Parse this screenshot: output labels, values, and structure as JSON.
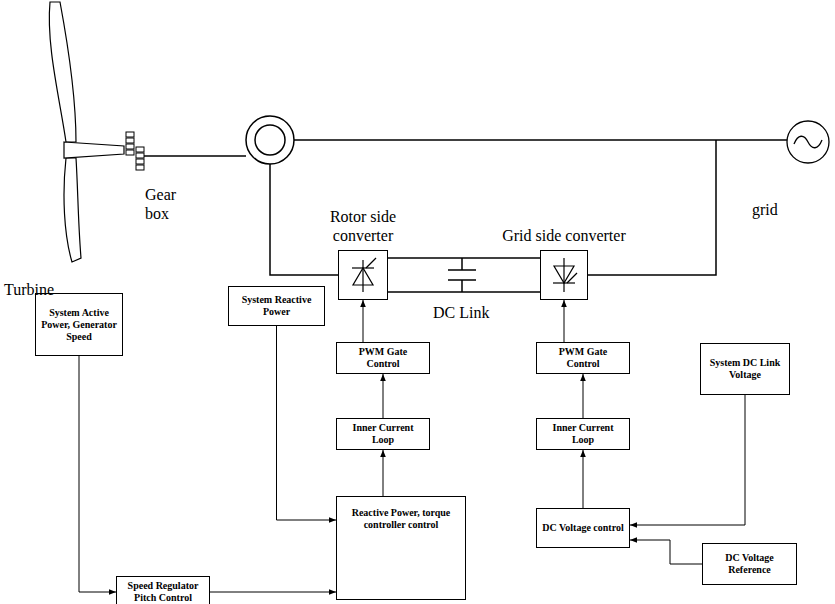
{
  "diagram": {
    "nodes": [
      {
        "text": [
          "Rotor side converter"
        ]
      },
      {
        "text": [
          "Grid side converter"
        ]
      },
      {
        "text": [
          "System Active Power, Generator Speed"
        ]
      },
      {
        "text": [
          "System Reactive Power"
        ]
      },
      {
        "text": [
          "PWM Gate Control"
        ]
      },
      {
        "text": [
          "PWM Gate Control"
        ]
      },
      {
        "text": [
          "System DC Link Voltage"
        ]
      },
      {
        "text": [
          "Inner Current Loop"
        ]
      },
      {
        "text": [
          "Inner Current Loop"
        ]
      },
      {
        "text": [
          "Reactive Power, torque controller control"
        ]
      },
      {
        "text": [
          "DC Voltage control"
        ]
      },
      {
        "text": [
          "DC Voltage Reference"
        ]
      },
      {
        "text": [
          "Speed Regulator Pitch Control"
        ]
      }
    ],
    "edges": [
      {
        "from": 7,
        "to": 4,
        "arrow": "to"
      },
      {
        "from": 4,
        "to": 0,
        "arrow": "to"
      },
      {
        "from": 8,
        "to": 5,
        "arrow": "to"
      },
      {
        "from": 5,
        "to": 1,
        "arrow": "to"
      },
      {
        "from": 9,
        "to": 7,
        "arrow": "to"
      },
      {
        "from": 10,
        "to": 8,
        "arrow": "to"
      },
      {
        "from": 3,
        "to": 9,
        "arrow": "to"
      },
      {
        "from": 2,
        "to": 12,
        "arrow": "to"
      },
      {
        "from": 12,
        "to": 9,
        "arrow": "to"
      },
      {
        "from": 6,
        "to": 10,
        "arrow": "to"
      },
      {
        "from": 11,
        "to": 10,
        "arrow": "to"
      }
    ],
    "labels": [
      "Turbine",
      "Gear box",
      "grid",
      "DC Link"
    ]
  }
}
